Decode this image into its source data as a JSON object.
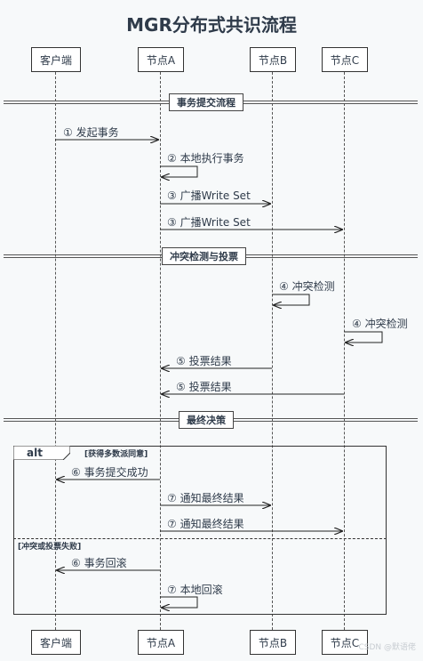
{
  "title": "MGR分布式共识流程",
  "actors": [
    "客户端",
    "节点A",
    "节点B",
    "节点C"
  ],
  "sections": [
    "事务提交流程",
    "冲突检测与投票",
    "最终决策"
  ],
  "messages": [
    "① 发起事务",
    "② 本地执行事务",
    "③ 广播Write Set",
    "③ 广播Write Set",
    "④ 冲突检测",
    "④ 冲突检测",
    "⑤ 投票结果",
    "⑤ 投票结果",
    "⑥ 事务提交成功",
    "⑦ 通知最终结果",
    "⑦ 通知最终结果",
    "⑥ 事务回滚",
    "⑦ 本地回滚"
  ],
  "alt": {
    "keyword": "alt",
    "guard_success": "[获得多数派同意]",
    "guard_failure": "[冲突或投票失败]"
  },
  "watermark": "CSDN @默语佬"
}
